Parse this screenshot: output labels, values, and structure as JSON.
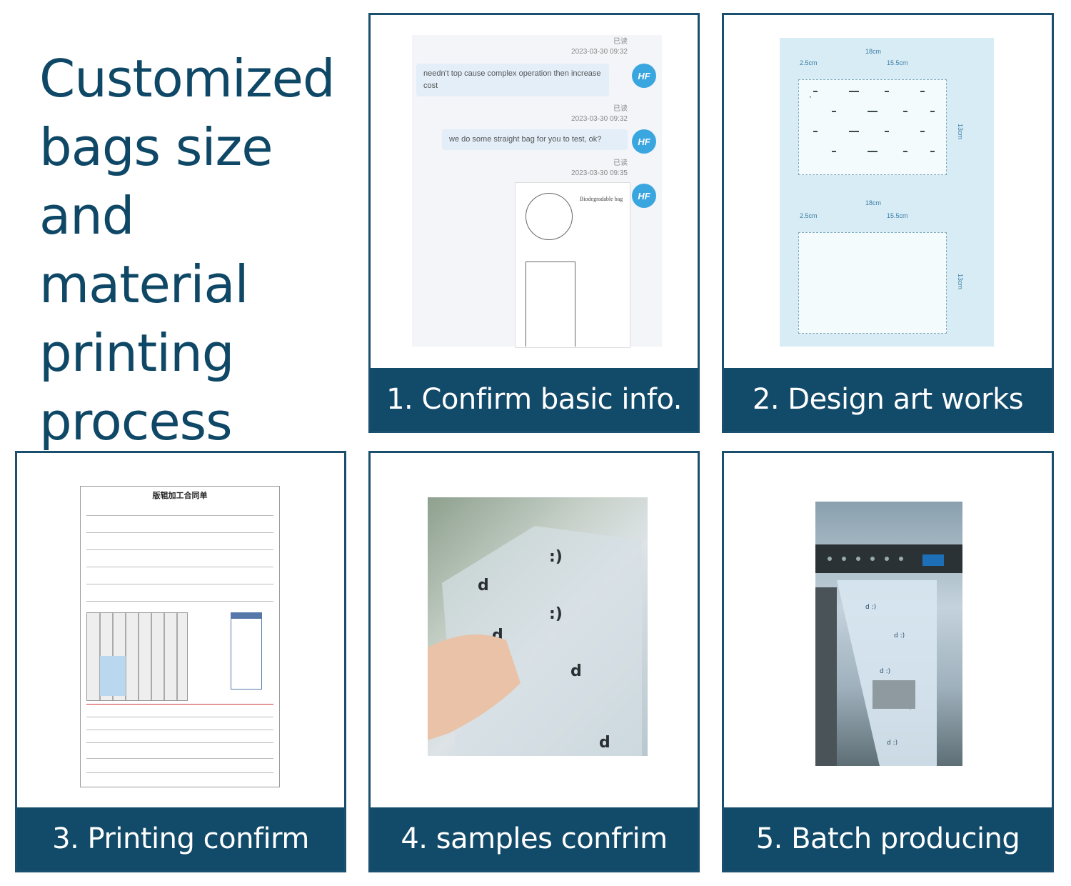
{
  "headline": {
    "lines": [
      "Customized",
      "bags size",
      "and material",
      "printing",
      "process"
    ]
  },
  "steps": [
    {
      "caption": "1. Confirm basic info."
    },
    {
      "caption": "2. Design art works"
    },
    {
      "caption": "3. Printing confirm"
    },
    {
      "caption": "4. samples confrim"
    },
    {
      "caption": "5. Batch producing"
    }
  ],
  "chat": {
    "read_label": "已读",
    "avatar_text": "HF",
    "messages": [
      {
        "time": "2023-03-30 09:32",
        "text": "needn't top cause complex operation then increase cost"
      },
      {
        "time": "2023-03-30 09:32",
        "text": "we do some straight bag for you to test, ok?"
      },
      {
        "time": "2023-03-30 09:35",
        "text": "Biodegradable bag"
      }
    ]
  },
  "design": {
    "width_label": "18cm",
    "inner_width_label": "15.5cm",
    "margin_label": "2.5cm",
    "height_label": "13cm"
  },
  "form": {
    "title": "版辊加工合同单"
  },
  "colors": {
    "brand": "#124a69",
    "headline": "#0f4866",
    "border": "#1a4f6e"
  }
}
